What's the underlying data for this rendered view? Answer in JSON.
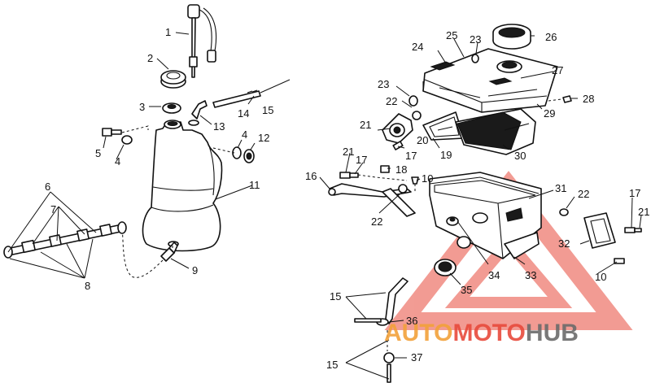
{
  "diagram": {
    "callouts": [
      "1",
      "2",
      "3",
      "4",
      "5",
      "6",
      "7",
      "8",
      "9",
      "10",
      "11",
      "12",
      "13",
      "14",
      "15",
      "16",
      "17",
      "18",
      "19",
      "20",
      "21",
      "22",
      "23",
      "24",
      "25",
      "26",
      "27",
      "28",
      "29",
      "30",
      "31",
      "32",
      "33",
      "34",
      "35",
      "36",
      "37"
    ]
  },
  "watermark": {
    "part1": "AUTO",
    "part2": "MOTO",
    "part3": "HUB",
    "colors": {
      "auto": "#f2a13a",
      "moto": "#e84b3c",
      "hub": "#6b6b6b",
      "triangle": "#e84b3c"
    }
  }
}
